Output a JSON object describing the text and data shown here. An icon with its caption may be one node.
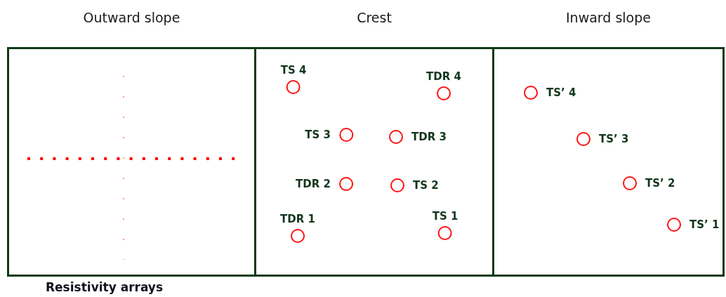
{
  "diagram": {
    "nodes": [
      {
        "text": [
          "Outward slope"
        ],
        "beside": [
          "Resistivity arrays"
        ]
      },
      {
        "text": [
          "Crest"
        ]
      },
      {
        "text": [
          "Inward slope"
        ]
      },
      {
        "text": [
          "TS 4"
        ],
        "in": 1
      },
      {
        "text": [
          "TDR 4"
        ],
        "in": 1
      },
      {
        "text": [
          "TS 3"
        ],
        "in": 1
      },
      {
        "text": [
          "TDR 3"
        ],
        "in": 1
      },
      {
        "text": [
          "TDR 2"
        ],
        "in": 1
      },
      {
        "text": [
          "TS 2"
        ],
        "in": 1
      },
      {
        "text": [
          "TDR 1"
        ],
        "in": 1
      },
      {
        "text": [
          "TS 1"
        ],
        "in": 1
      },
      {
        "text": [
          "TS’ 4"
        ],
        "in": 2
      },
      {
        "text": [
          "TS’ 3"
        ],
        "in": 2
      },
      {
        "text": [
          "TS’ 2"
        ],
        "in": 2
      },
      {
        "text": [
          "TS’ 1"
        ],
        "in": 2
      }
    ]
  }
}
